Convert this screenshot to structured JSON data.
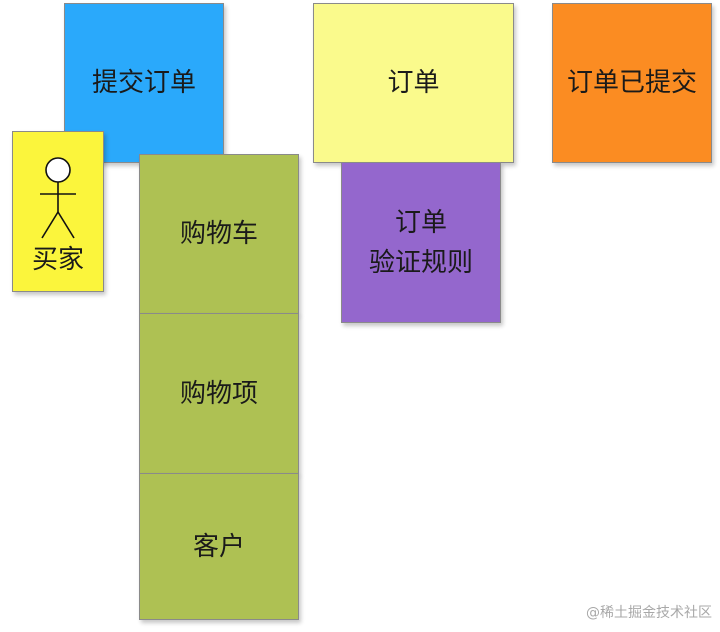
{
  "notes": {
    "command_submit": "提交订单",
    "aggregate_order": "订单",
    "event_submitted": "订单已提交",
    "policy_line1": "订单",
    "policy_line2": "验证规则",
    "actor_label": "买家",
    "entity_cart": "购物车",
    "entity_item": "购物项",
    "entity_customer": "客户"
  },
  "watermark": "@稀土掘金技术社区",
  "colors": {
    "command": "#2aa9fb",
    "aggregate": "#fafa8c",
    "event": "#fb8c22",
    "policy": "#9467cd",
    "entity": "#aec153",
    "actor": "#fbf53c"
  }
}
